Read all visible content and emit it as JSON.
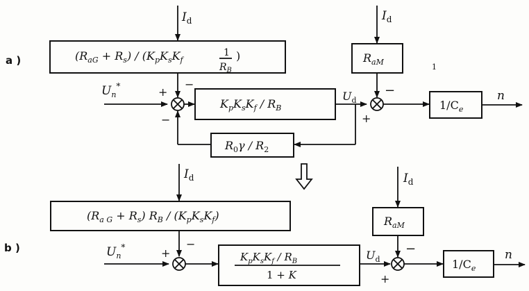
{
  "diagram_a": {
    "label": "a )",
    "top_box": "(R_aG + R_s)/(K_p K_s K_f 1/R_B)",
    "forward_box": "K_p K_s K_f / R_B",
    "feedback_box": "R_0 γ / R_2",
    "load_box": "R_aM",
    "output_box": "1/C_e",
    "input": "U_n*",
    "disturbance": "I_d",
    "intermediate": "U_d",
    "output": "n",
    "signs": {
      "in_plus": "+",
      "in_top_minus": "−",
      "in_bottom_minus": "−",
      "sum2_top_minus": "−",
      "sum2_bottom_plus": "+"
    },
    "stray_mark": "1"
  },
  "arrow_between": "⇓",
  "diagram_b": {
    "label": "b )",
    "top_box": "(R_aG + R_s) R_B/(K_p K_s K_f)",
    "forward_box": "K_p K_s K_f / R_B over 1 + K",
    "load_box": "R_aM",
    "output_box": "1/C_e",
    "input": "U_n*",
    "disturbance": "I_d",
    "intermediate": "U_d",
    "output": "n",
    "signs": {
      "in_plus": "+",
      "in_top_minus": "−",
      "sum2_top_minus": "−",
      "sum2_bottom_plus": "+"
    }
  }
}
